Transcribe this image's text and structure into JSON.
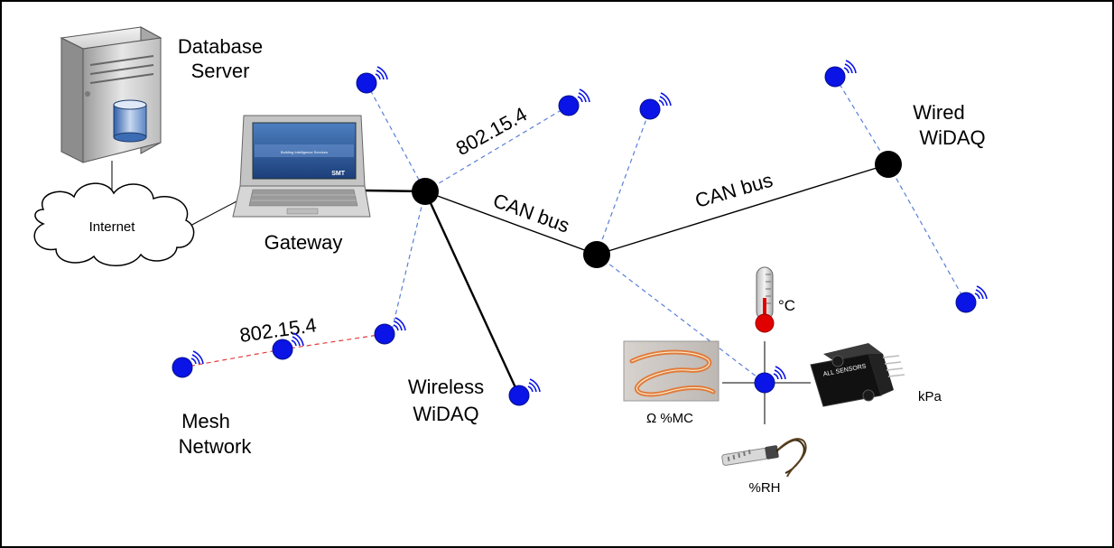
{
  "labels": {
    "db_server_line1": "Database",
    "db_server_line2": "Server",
    "internet": "Internet",
    "gateway": "Gateway",
    "proto_top": "802.15.4",
    "proto_mesh": "802.15.4",
    "can_bus_1": "CAN bus",
    "can_bus_2": "CAN bus",
    "wired_line1": "Wired",
    "wired_line2": "WiDAQ",
    "wireless_line1": "Wireless",
    "wireless_line2": "WiDAQ",
    "mesh_line1": "Mesh",
    "mesh_line2": "Network",
    "temp_unit": "°C",
    "pressure_unit": "kPa",
    "moisture_unit": "Ω %MC",
    "humidity_unit": "%RH",
    "sensor_brand": "ALL SENSORS",
    "laptop_brand": "SMT",
    "laptop_screen_title": "Building Intelligence Services"
  },
  "colors": {
    "node_wireless": "#0a14e6",
    "node_wired": "#000000",
    "link_wireless": "#5a7fd6",
    "link_mesh": "#e23b3b",
    "link_wired": "#000000",
    "thermometer_bulb": "#e00000"
  },
  "icons": [
    "server-icon",
    "database-icon",
    "cloud-icon",
    "laptop-icon",
    "wireless-node-icon",
    "wired-node-icon",
    "thermometer-icon",
    "pressure-sensor-icon",
    "moisture-tape-icon",
    "humidity-probe-icon"
  ]
}
